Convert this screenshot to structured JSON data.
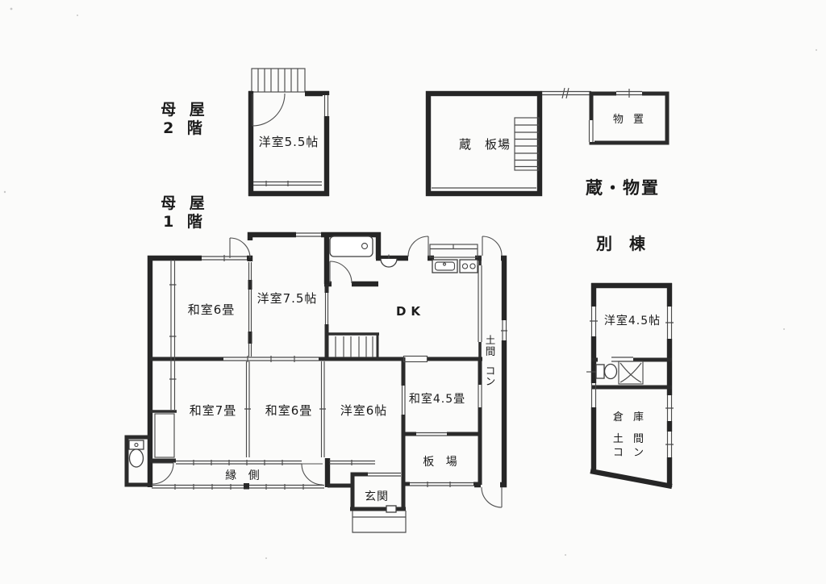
{
  "colors": {
    "wall": "#262626",
    "thin_line": "#4a4a4a",
    "text": "#1b1b1b",
    "background": "#fbfbfa"
  },
  "section_labels": {
    "main_2f_line1": "母 屋",
    "main_2f_line2": "2 階",
    "main_1f_line1": "母 屋",
    "main_1f_line2": "1 階",
    "kura_caption": "蔵・物置",
    "annex_caption": "別 棟"
  },
  "second_floor": {
    "room": "洋室5.5帖"
  },
  "kura": {
    "room": "蔵　板場",
    "storage": "物 置"
  },
  "annex": {
    "room": "洋室4.5帖",
    "warehouse_line1": "倉 庫",
    "warehouse_line2": "土 間",
    "warehouse_line3": "コ ン"
  },
  "first_floor": {
    "washitsu6_north": "和室6畳",
    "yoshitsu75": "洋室7.5帖",
    "dk": "DK",
    "doma_char1": "土",
    "doma_char2": "間",
    "doma_char3": "コ",
    "doma_char4": "ン",
    "washitsu7": "和室7畳",
    "washitsu6_south": "和室6畳",
    "yoshitsu6": "洋室6帖",
    "washitsu45": "和室4.5畳",
    "itaba": "板 場",
    "genkan": "玄関",
    "engawa": "縁 側"
  }
}
